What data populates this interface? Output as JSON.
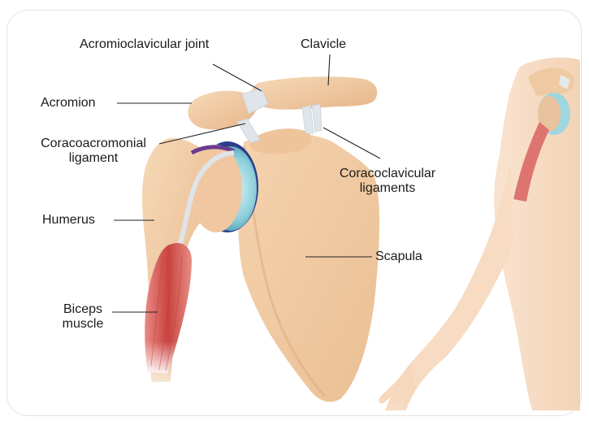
{
  "labels": {
    "acromioclavicular_joint": "Acromioclavicular joint",
    "clavicle": "Clavicle",
    "acromion": "Acromion",
    "coracoacromonial_line1": "Coracoacromonial",
    "coracoacromonial_line2": "ligament",
    "coracoclavicular_line1": "Coracoclavicular",
    "coracoclavicular_line2": "ligaments",
    "humerus": "Humerus",
    "scapula": "Scapula",
    "biceps_line1": "Biceps",
    "biceps_line2": "muscle"
  },
  "colors": {
    "bone": "#f3cfa6",
    "bone_shadow": "#e2b388",
    "cartilage": "#7ec9d6",
    "cartilage_dark": "#2a3f8f",
    "ligament": "#dde3e8",
    "muscle": "#d85a5a",
    "skin": "#f6dcc3",
    "leader_line": "#222222"
  }
}
